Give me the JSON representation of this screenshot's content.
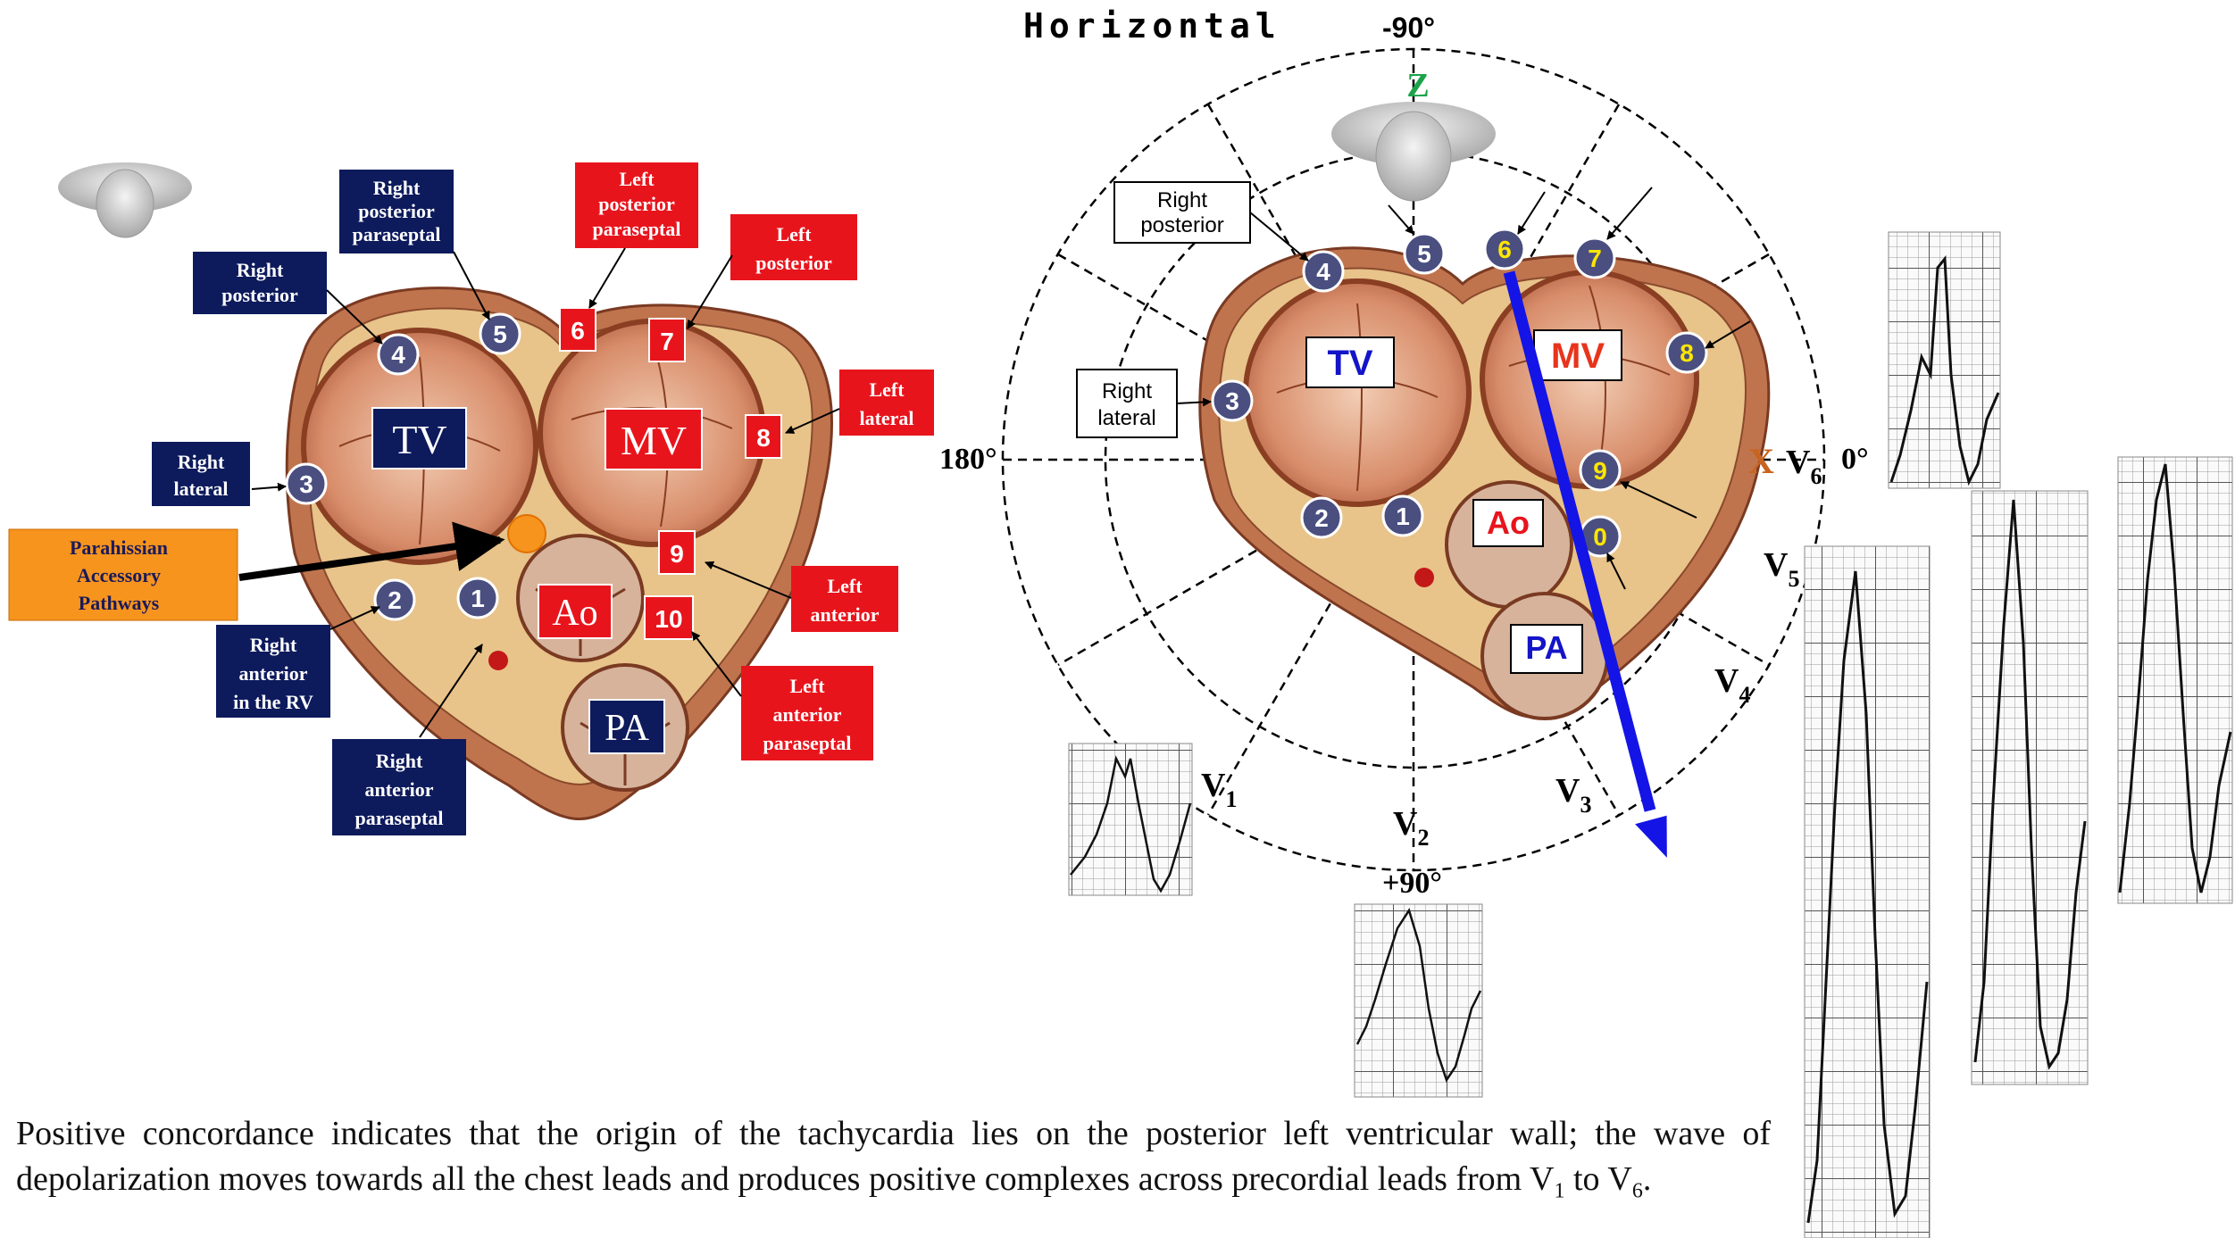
{
  "left_diagram": {
    "valves": [
      "TV",
      "MV",
      "Ao",
      "PA"
    ],
    "markers": [
      "1",
      "2",
      "3",
      "4",
      "5",
      "6",
      "7",
      "8",
      "9",
      "10"
    ],
    "labels": {
      "right_posterior_paraseptal": [
        "Right",
        "posterior",
        "paraseptal"
      ],
      "right_posterior": [
        "Right",
        "posterior"
      ],
      "right_lateral": [
        "Right",
        "lateral"
      ],
      "parahissian": [
        "Parahissian",
        "Accessory",
        "Pathways"
      ],
      "right_anterior_rv": [
        "Right",
        "anterior",
        "in the RV"
      ],
      "right_anterior_paraseptal": [
        "Right",
        "anterior",
        "paraseptal"
      ],
      "left_posterior_paraseptal": [
        "Left",
        "posterior",
        "paraseptal"
      ],
      "left_posterior": [
        "Left",
        "posterior"
      ],
      "left_lateral": [
        "Left",
        "lateral"
      ],
      "left_anterior": [
        "Left",
        "anterior"
      ],
      "left_anterior_paraseptal": [
        "Left",
        "anterior",
        "paraseptal"
      ]
    }
  },
  "right_diagram": {
    "title": "Horizontal",
    "angle_top": "-90°",
    "angle_left": "180°",
    "angle_right": "0°",
    "angle_bottom": "+90°",
    "axis_z": "Z",
    "axis_x": "X",
    "valves": [
      "TV",
      "MV",
      "Ao",
      "PA"
    ],
    "markers": [
      "1",
      "2",
      "3",
      "4",
      "5",
      "6",
      "7",
      "8",
      "9",
      "0"
    ],
    "box_right_posterior": [
      "Right",
      "posterior"
    ],
    "box_right_lateral": [
      "Right",
      "lateral"
    ],
    "leads": {
      "v1": {
        "main": "V",
        "sub": "1"
      },
      "v2": {
        "main": "V",
        "sub": "2"
      },
      "v3": {
        "main": "V",
        "sub": "3"
      },
      "v4": {
        "main": "V",
        "sub": "4"
      },
      "v5": {
        "main": "V",
        "sub": "5"
      },
      "v6": {
        "main": "V",
        "sub": "6"
      }
    }
  },
  "caption": {
    "text": "Positive concordance indicates that the origin of the tachycardia lies on the posterior left ventricular wall; the wave of depolarization moves towards all the chest leads and produces positive complexes across precordial leads from V",
    "sub1": "1",
    "mid": " to V",
    "sub2": "6",
    "end": "."
  },
  "colors": {
    "navy": "#0d1a5c",
    "red": "#e8141c",
    "orange": "#f7941d",
    "blue_arrow": "#1414e6",
    "marker_fill": "#4a4f80",
    "yellow_text": "#ffe600",
    "green_z": "#1aa34a",
    "orange_x": "#c8641e"
  }
}
